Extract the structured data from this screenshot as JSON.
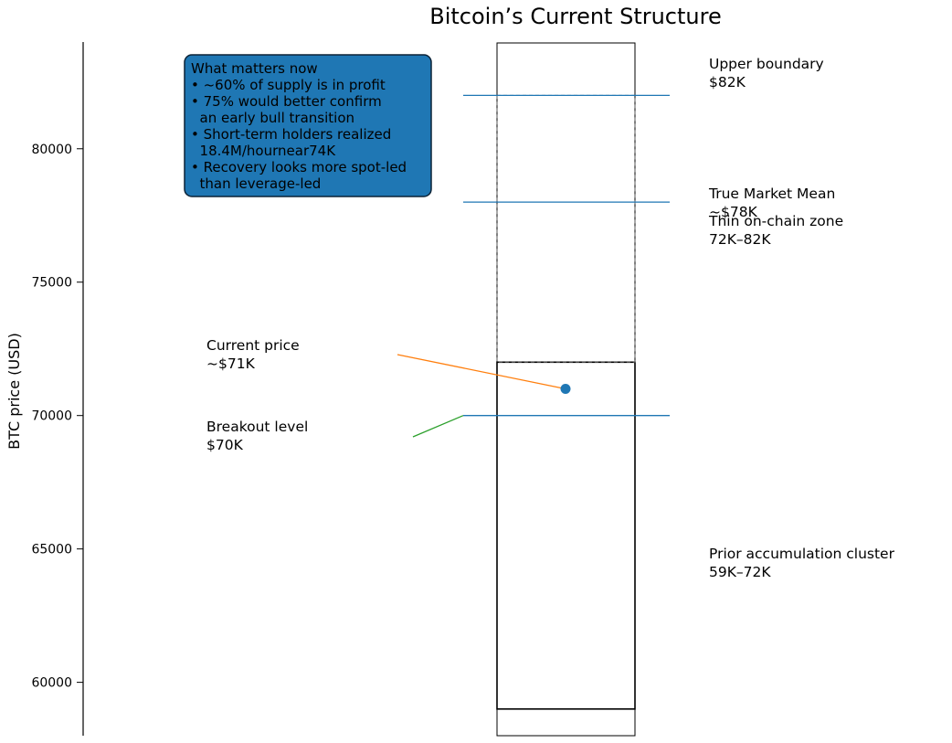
{
  "chart_data": {
    "type": "annotated-price-levels",
    "title": "Bitcoin’s Current Structure",
    "ylabel": "BTC price (USD)",
    "ylim": [
      58000,
      84000
    ],
    "yticks": [
      60000,
      65000,
      70000,
      75000,
      80000
    ],
    "ytick_labels": [
      "60000",
      "65000",
      "70000",
      "75000",
      "80000"
    ],
    "zones": [
      {
        "name": "Prior accumulation cluster",
        "low": 59000,
        "high": 72000,
        "style": "solid"
      },
      {
        "name": "Thin on-chain zone",
        "low": 72000,
        "high": 82000,
        "style": "dashed"
      }
    ],
    "levels": [
      {
        "name": "Upper boundary",
        "value": 82000,
        "color": "#1f77b4"
      },
      {
        "name": "True Market Mean",
        "value": 78000,
        "color": "#1f77b4"
      },
      {
        "name": "Breakout level",
        "value": 70000,
        "color": "#1f77b4"
      }
    ],
    "current_price": {
      "value": 71000,
      "color": "#1f77b4"
    },
    "labels": {
      "upper_boundary": [
        "Upper boundary",
        "$82K"
      ],
      "true_market_mean": [
        "True Market Mean",
        "~$78K"
      ],
      "thin_zone": [
        "Thin on-chain zone",
        "72K–82K"
      ],
      "prior_cluster": [
        "Prior accumulation cluster",
        "59K–72K"
      ],
      "current_price": [
        "Current price",
        "~$71K"
      ],
      "breakout": [
        "Breakout level",
        "$70K"
      ]
    },
    "callout_colors": {
      "current_price": "#ff7f0e",
      "breakout": "#2ca02c"
    },
    "info_box": {
      "lines": [
        "What matters now",
        "• ~60% of supply is in profit",
        "• 75% would better confirm",
        "  an early bull transition",
        "• Short-term holders realized",
        "  18.4M/hournear74K",
        "• Recovery looks more spot-led",
        "  than leverage-led"
      ],
      "fill": "#1f77b4"
    }
  }
}
